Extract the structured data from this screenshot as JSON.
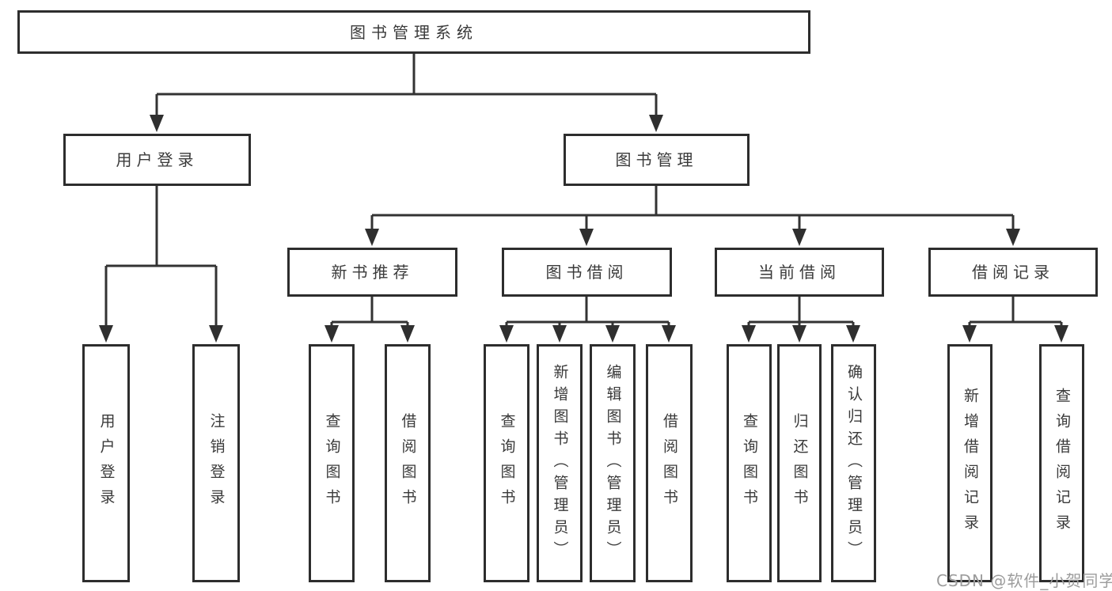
{
  "tree": {
    "root": {
      "label": "图书管理系统"
    },
    "branches": [
      {
        "label": "用户登录",
        "children": [
          {
            "label": "用户登录"
          },
          {
            "label": "注销登录"
          }
        ]
      },
      {
        "label": "图书管理",
        "children": [
          {
            "label": "新书推荐",
            "children": [
              {
                "label": "查询图书"
              },
              {
                "label": "借阅图书"
              }
            ]
          },
          {
            "label": "图书借阅",
            "children": [
              {
                "label": "查询图书"
              },
              {
                "label": "新增图书（管理员）"
              },
              {
                "label": "编辑图书（管理员）"
              },
              {
                "label": "借阅图书"
              }
            ]
          },
          {
            "label": "当前借阅",
            "children": [
              {
                "label": "查询图书"
              },
              {
                "label": "归还图书"
              },
              {
                "label": "确认归还（管理员）"
              }
            ]
          },
          {
            "label": "借阅记录",
            "children": [
              {
                "label": "新增借阅记录"
              },
              {
                "label": "查询借阅记录"
              }
            ]
          }
        ]
      }
    ]
  },
  "watermark": "CSDN @软件_小贺同学",
  "colors": {
    "line": "#333333",
    "arrow": "#2f2f2f",
    "box_border": "#2d2d2d",
    "text": "#3a3a3a",
    "watermark": "#9c9c9c",
    "background": "#ffffff"
  }
}
